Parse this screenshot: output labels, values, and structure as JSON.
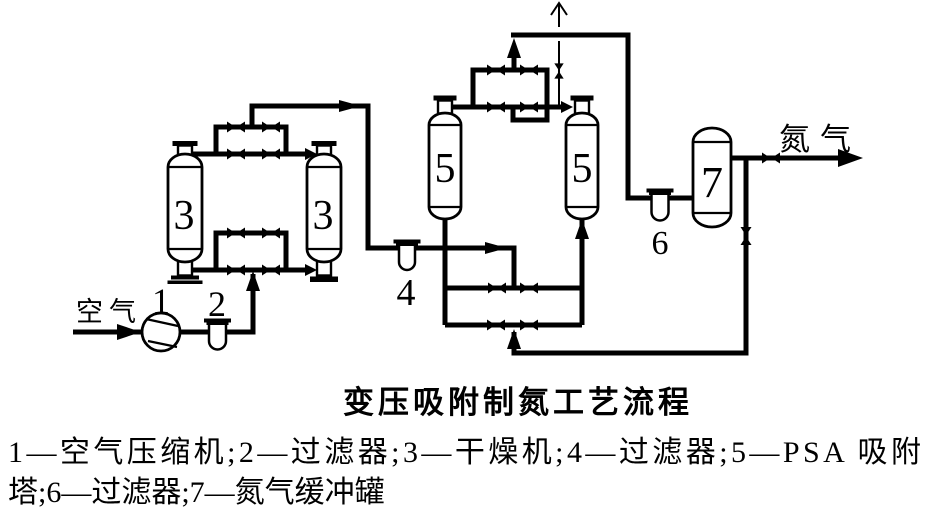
{
  "diagram": {
    "title": "变压吸附制氮工艺流程",
    "inlet_label": "空气",
    "outlet_label": "氮气",
    "tags": {
      "compressor": "1",
      "inlet_filter": "2",
      "dryer_left": "3",
      "dryer_right": "3",
      "mid_filter": "4",
      "psa_left": "5",
      "psa_right": "5",
      "outlet_filter": "6",
      "buffer_tank": "7"
    },
    "legend": {
      "line1": "1—空气压缩机;2—过滤器;3—干燥机;4—过滤器;5—PSA 吸附",
      "line2": "塔;6—过滤器;7—氮气缓冲罐"
    },
    "colors": {
      "line": "#000000",
      "background": "#ffffff"
    }
  }
}
